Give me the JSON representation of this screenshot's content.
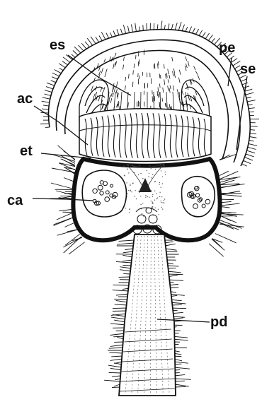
{
  "labels": {
    "es": "es",
    "pe": "pe",
    "se": "se",
    "ac": "ac",
    "et": "et",
    "ca": "ca",
    "pd": "pd"
  },
  "colors": {
    "ink": "#111111",
    "background": "#ffffff",
    "stipple": "#555555"
  }
}
